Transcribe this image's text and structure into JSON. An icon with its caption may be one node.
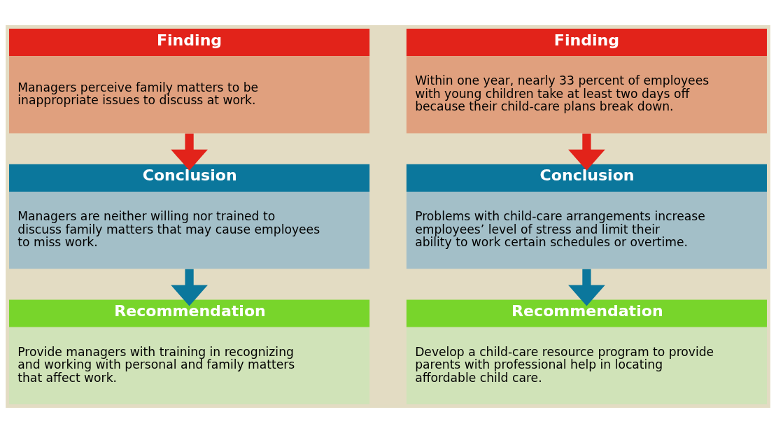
{
  "diagram": {
    "nodes": [
      {
        "text": [
          "Finding",
          "Managers perceive family matters to be inappropriate issues to discuss at work."
        ]
      },
      {
        "text": [
          "Conclusion",
          "Managers are neither willing nor trained to discuss family matters that may cause employees to miss work."
        ]
      },
      {
        "text": [
          "Recommendation",
          "Provide managers with training in recognizing and working with personal and family matters that affect work."
        ]
      },
      {
        "text": [
          "Finding",
          "Within one year, nearly 33 percent of employees with young children take at least two days off because their child-care plans break down."
        ]
      },
      {
        "text": [
          "Conclusion",
          "Problems with child-care arrangements increase employees’ level of stress and limit their ability to work certain schedules or overtime."
        ]
      },
      {
        "text": [
          "Recommendation",
          "Develop a child-care resource program to provide parents with professional help in locating affordable child care."
        ]
      }
    ],
    "edges": [
      {
        "from": 0,
        "to": 1,
        "arrow": "to",
        "color": "#e2231a"
      },
      {
        "from": 1,
        "to": 2,
        "arrow": "to",
        "color": "#0b779c"
      },
      {
        "from": 3,
        "to": 4,
        "arrow": "to",
        "color": "#e2231a"
      },
      {
        "from": 4,
        "to": 5,
        "arrow": "to",
        "color": "#0b779c"
      }
    ]
  }
}
